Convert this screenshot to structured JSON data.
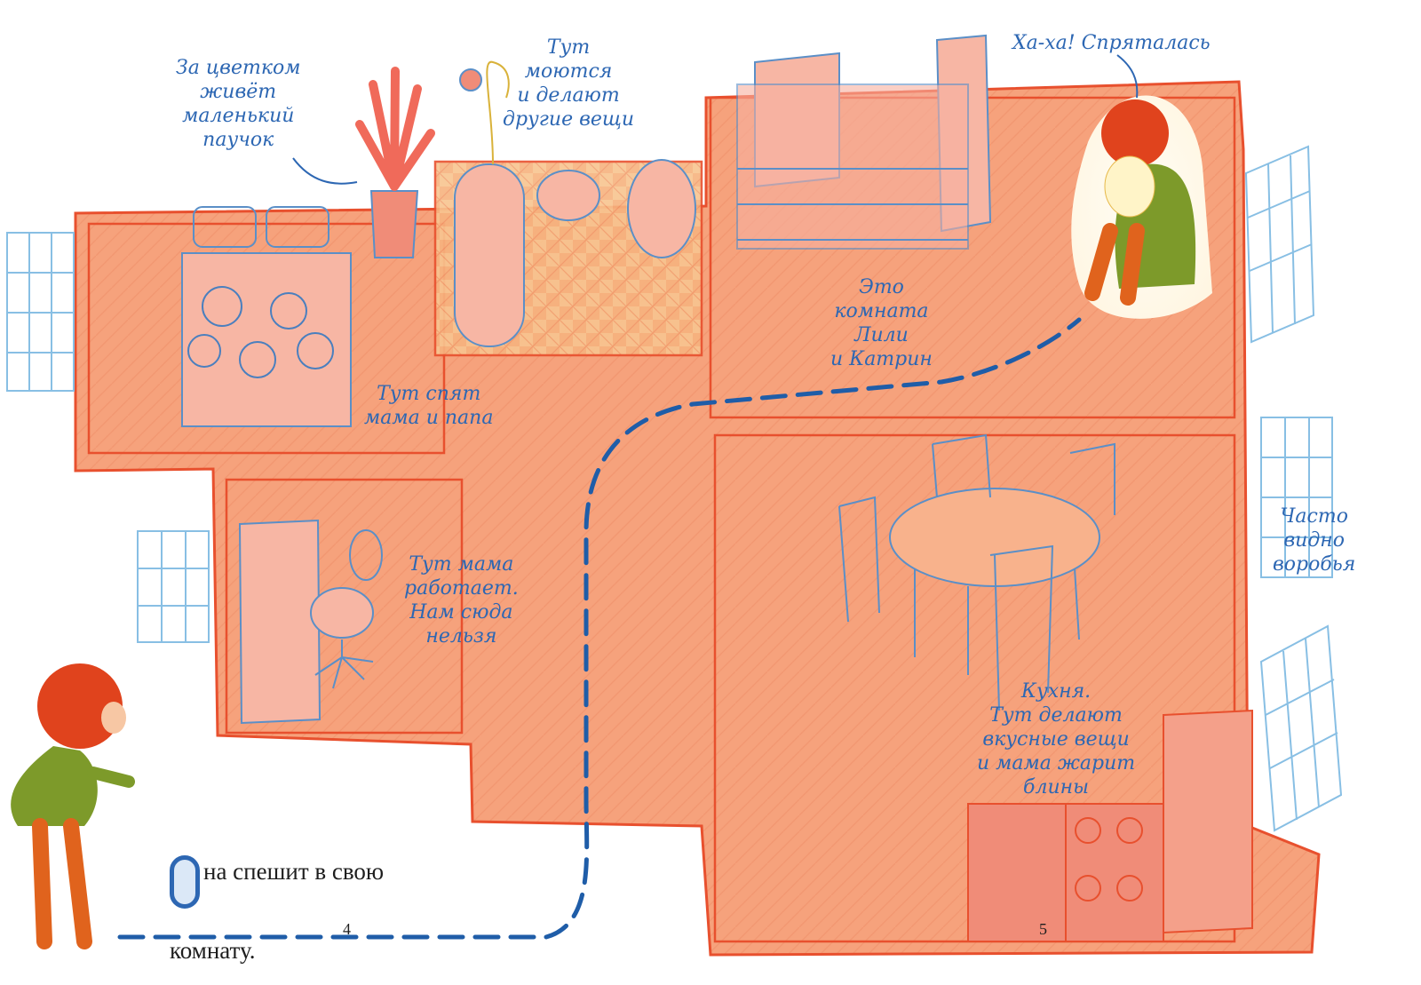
{
  "labels": {
    "spider": [
      "За цветком",
      "живёт",
      "маленький",
      "паучок"
    ],
    "bathroom": [
      "Тут",
      "моются",
      "и делают",
      "другие вещи"
    ],
    "hidden": "Ха-ха! Спряталась",
    "kids_room": [
      "Это",
      "комната",
      "Лили",
      "и Катрин"
    ],
    "parents": [
      "Тут спят",
      "мама и папа"
    ],
    "office": [
      "Тут мама",
      "работает.",
      "Нам сюда",
      "нельзя"
    ],
    "sparrows": [
      "Часто",
      "видно",
      "воробья"
    ],
    "kitchen": [
      "Кухня.",
      "Тут делают",
      "вкусные вещи",
      "и мама жарит",
      "блины"
    ]
  },
  "story": {
    "dropcap": "О",
    "line1": "на спешит в свою",
    "line2": "комнату."
  },
  "page_numbers": {
    "left": "4",
    "right": "5"
  },
  "colors": {
    "floor": "#f6a27c",
    "floor_light": "#f8b28c",
    "wall": "#e8502e",
    "pencil": "#5b8fc7",
    "ink": "#2d67b3",
    "hair": "#e0431d",
    "coat": "#7d9a2a"
  }
}
